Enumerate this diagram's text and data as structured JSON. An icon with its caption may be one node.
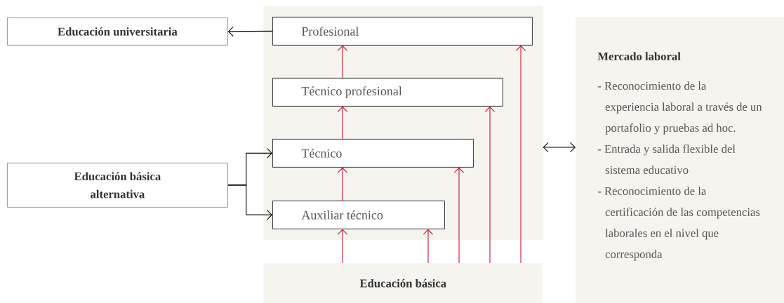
{
  "diagram": {
    "nodes": [
      {
        "text": [
          "Educación universitaria"
        ]
      },
      {
        "text": [],
        "shape": "box"
      },
      {
        "text": [
          "Profesional"
        ],
        "in": 1
      },
      {
        "text": [
          "Técnico profesional"
        ],
        "in": 1
      },
      {
        "text": [
          "Técnico"
        ],
        "in": 1
      },
      {
        "text": [
          "Auxiliar técnico"
        ],
        "in": 1
      },
      {
        "text": [
          "Educación básica alternativa"
        ]
      },
      {
        "text": [
          "Educación básica"
        ]
      },
      {
        "text": [
          "Mercado laboral",
          "- Reconocimiento de la experiencia laboral a través de un portafolio y pruebas ad hoc.",
          "- Entrada y salida flexible del sistema educativo",
          "- Reconocimiento de la certificación de las competencias laborales en el nivel que corresponda"
        ]
      }
    ],
    "edges": [
      {
        "from": 2,
        "to": 0,
        "arrow": "to",
        "color": "#000000"
      },
      {
        "from": 6,
        "to": 4,
        "arrow": "to",
        "color": "#000000"
      },
      {
        "from": 6,
        "to": 5,
        "arrow": "to",
        "color": "#000000"
      },
      {
        "from": 5,
        "to": 4,
        "arrow": "to"
      },
      {
        "from": 4,
        "to": 3,
        "arrow": "to"
      },
      {
        "from": 3,
        "to": 2,
        "arrow": "to"
      },
      {
        "from": 7,
        "to": 5,
        "arrow": "to"
      },
      {
        "from": 7,
        "to": 5,
        "arrow": "to"
      },
      {
        "from": 7,
        "to": 4,
        "arrow": "to"
      },
      {
        "from": 7,
        "to": 3,
        "arrow": "to"
      },
      {
        "from": 7,
        "to": 2,
        "arrow": "to"
      },
      {
        "from": 1,
        "to": 8,
        "arrow": "both",
        "color": "#000000"
      }
    ]
  }
}
